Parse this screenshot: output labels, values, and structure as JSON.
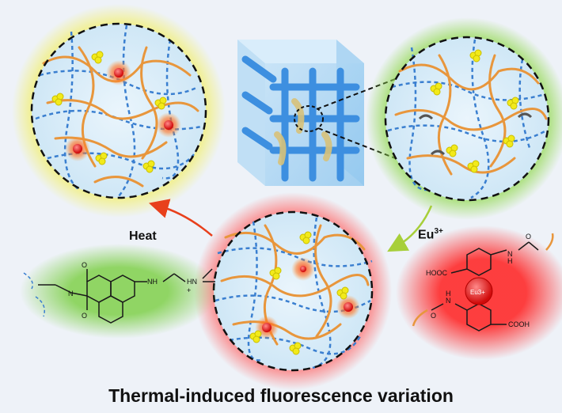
{
  "labels": {
    "heat": "Heat",
    "eu_ion": "Eu",
    "eu_charge": "3+",
    "caption": "Thermal-induced fluorescence variation"
  },
  "chem": {
    "nh": "NH",
    "hn_plus": "HN",
    "plus": "+",
    "o_top": "O",
    "o_bottom": "O",
    "n_imide": "N",
    "hooc": "HOOC",
    "cooh": "COOH",
    "n_top": "N",
    "nh_top": "H",
    "o_amide_top": "O",
    "n_bottom": "N",
    "nh_bottom": "H",
    "o_amide_bottom": "O",
    "eu_center": "Eu3+"
  },
  "colors": {
    "background": "#eef2f8",
    "gel_blue": "#4a90d9",
    "polymer_orange": "#e8963c",
    "probe_yellow": "#f2ea1a",
    "glow_yellow": "#f3ef5a",
    "glow_green": "#8fd84a",
    "glow_red": "#ff6a6a",
    "eu_red": "#e01515",
    "arrow_heat": "#e8401c",
    "arrow_eu": "#a7cf3a"
  }
}
